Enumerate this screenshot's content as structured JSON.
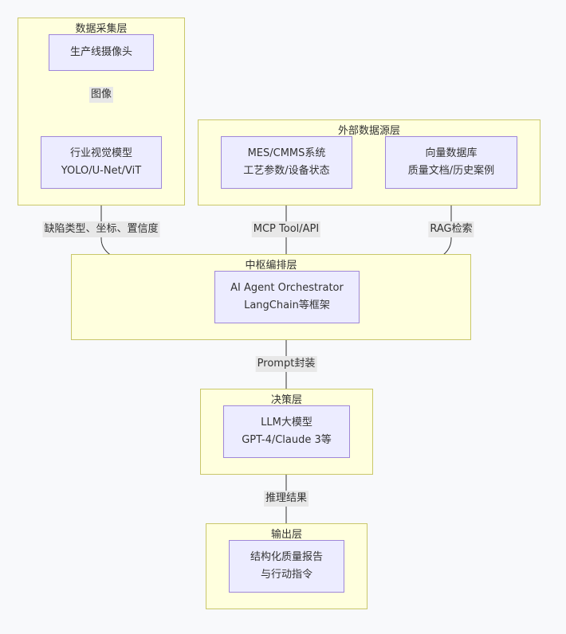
{
  "clusters": {
    "collect": {
      "title": "数据采集层"
    },
    "external": {
      "title": "外部数据源层"
    },
    "orchestration": {
      "title": "中枢编排层"
    },
    "decision": {
      "title": "决策层"
    },
    "output": {
      "title": "输出层"
    }
  },
  "nodes": {
    "camera": {
      "lines": [
        "生产线摄像头"
      ]
    },
    "vision": {
      "lines": [
        "行业视觉模型",
        "YOLO/U-Net/ViT"
      ]
    },
    "mes": {
      "lines": [
        "MES/CMMS系统",
        "工艺参数/设备状态"
      ]
    },
    "vectordb": {
      "lines": [
        "向量数据库",
        "质量文档/历史案例"
      ]
    },
    "agent": {
      "lines": [
        "AI Agent Orchestrator",
        "LangChain等框架"
      ]
    },
    "llm": {
      "lines": [
        "LLM大模型",
        "GPT-4/Claude 3等"
      ]
    },
    "report": {
      "lines": [
        "结构化质量报告",
        "与行动指令"
      ]
    }
  },
  "edges": {
    "camera_vision": "图像",
    "vision_agent": "缺陷类型、坐标、置信度",
    "agent_mes": "MCP Tool/API",
    "agent_vectordb": "RAG检索",
    "agent_llm": "Prompt封装",
    "llm_report": "推理结果"
  }
}
